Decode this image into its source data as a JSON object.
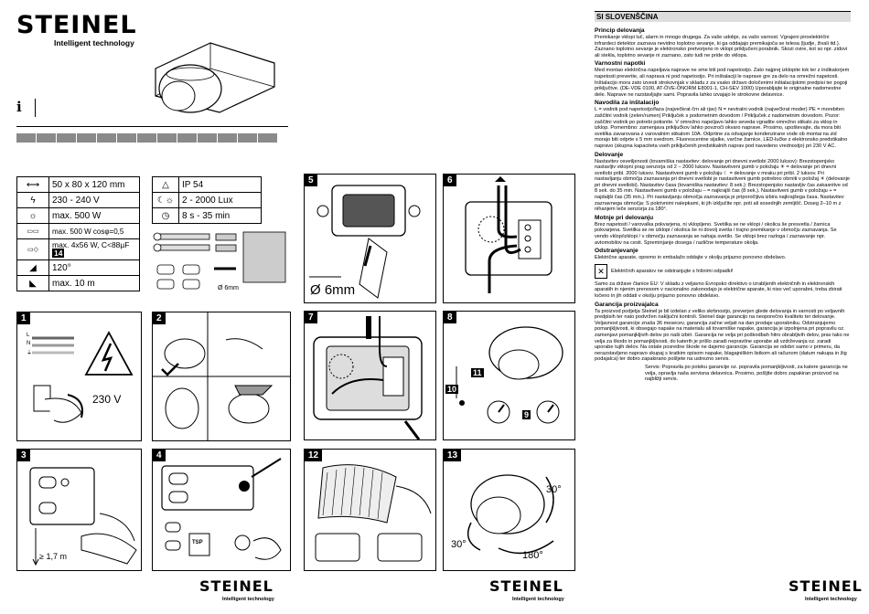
{
  "brand": {
    "logo_text": "STEINEL",
    "tagline": "Intelligent technology"
  },
  "info_icon": "i",
  "specs_left": [
    {
      "icon": "dimensions-icon",
      "value": "50 x 80 x 120 mm"
    },
    {
      "icon": "lightning-icon",
      "value": "230 - 240 V"
    },
    {
      "icon": "bulb-icon",
      "value": "max. 500 W"
    },
    {
      "icon": "fluorescent-icon",
      "value": "max. 500 W cosφ=0,5"
    },
    {
      "icon": "led-icon",
      "value": "max. 4x56 W, C<88µF",
      "badge": "14"
    },
    {
      "icon": "angle-icon",
      "value": "120°"
    },
    {
      "icon": "range-icon",
      "value": "max. 10 m"
    }
  ],
  "specs_right": [
    {
      "icon": "ip-icon",
      "value": "IP 54"
    },
    {
      "icon": "moon-sun-icon",
      "value": "2 - 2000 Lux"
    },
    {
      "icon": "clock-icon",
      "value": "8 s - 35 min"
    }
  ],
  "panel_labels": {
    "p1": "1",
    "p2": "2",
    "p3": "3",
    "p4": "4",
    "p5": "5",
    "p6": "6",
    "p7": "7",
    "p8": "8",
    "p12": "12",
    "p13": "13",
    "n9": "9",
    "n10": "10",
    "n11": "11"
  },
  "panel_text": {
    "voltage": "230 V",
    "height": "≥ 1,7 m",
    "drill": "Ø 6mm",
    "drill_small": "Ø 6mm",
    "tsp": "TSP",
    "deg30a": "30°",
    "deg30b": "30°",
    "deg180": "180°",
    "wire_l": "L",
    "wire_n": "N",
    "wire_pe": "⏚"
  },
  "right_page": {
    "title": "SI  SLOVENŠČINA",
    "s1_title": "Princip delovanja",
    "s1_body": "Premikanje vklopi luč, alarm in mnogo drugega. Za vaše udobje, za vašo varnost. Vgrajeni piroelektrični infrardeci detektor zaznava nevidno toplotno sevanje, ki ga oddajajo premikajoča se telesa (ljudje, živali itd.). Zaznano toplotno sevanje je elektronsko pretvorjeno in vklopi priključeni porabnik. Skozi ovire, kot so npr. zidovi ali stekla, toplotno sevanje ni zaznano, zato tudi ne pride do vklopa.",
    "s2_title": "Varnostni napotki",
    "s2_body": "Med montao električna napeljava naprave ne sme biti pod napetostjo. Zato najprej izklopite tok ter z indikatorjem napetosti preverite, ali naprava ni pod napetostjo. Pri inštalaciji le naprave gre za delo na omrežni napetosti. Inštalacijo mora zato izvesti strokovnjak v skladu z za vsako državo določenimi inštalacijskimi predpisi ter pogoji priključtve. (DE-VDE 0100, AT-ÖVE-ÖNORM E8001-1, CH-SEV 1000) Uporabljajte le originalne nadomestne dele. Naprave ne razstavljajte sami. Popravila lahko izvajajo le strokovne delavnice.",
    "s3_title": "Navodila za inštalacijo",
    "s3_body": "L = vodnik pod napetostjo/faza (največkrat črn ali rjav) N = nevtralni vodnik (največkrat moder) PE = morebiten zaščitni vodnik (zelen/rumen) Priključek s podometnim dovodom / Priključek z nadometnim dovodom. Pozor: zaščitni vodnik po potrebi potisnite. V omrežno napeljavo lahko seveda vgradite omrežno stikalo za vklop in izklop. Pomembno: zamenjava priključkov lahko povzroči okvaro naprave. Prosimo, upoštevajte, da mora biti svetilka zavarovana z varovalnim stikalom 10A. Odprtine za odvajanje kondenzirane vode ob montai na zid morajo biti odprte s 5 mm svedrom. Fluorescentne sijalke, varčne žarnice, LED-lučke z elektronsko predstikalno napravo (skupna kapaciteta vseh priključenih predstikalnih naprav pod navedeno vrednostjo) pri 230 V AC.",
    "s4_title": "Delovanje",
    "s4_body": "Nastavitev osvetljenosti (tovarniška nastavitev: delovanje pri dnevni svetlobi 2000 luksov): Brezstopenjsko nastavljiv vklopni prag senzorja od 2 – 2000 luksov. Nastavitveni gumb v položaju ☀ = delovanje pri dnevni svetlobi pribl. 2000 luksov. Nastavitveni gumb v položaju ☾ = delovanje v mraku pri pribl. 2 luksov. Pri nastavljanju območja zaznavanja pri dnevni svetlobi je nastavitveni gumb potrebno obrniti v položaj ☀ (delovanje pri dnevni svetlobi). Nastavitev časa (tovarniška nastavitev: 8 sek.): Brezstopenjsko nastavljiv čas zakasnitve od 8 sek. do 35 min. Nastavitveni gumb v položaju – = najkrajši čas (8 sek.). Nastavitveni gumb v položaju + = najdaljši čas (35 min.). Pri nastavljanju območja zaznavanja je priporočljiva izbira najkrajšega časa. Nastavitev zaznavnega območja: S pokrivnimi nalepkami, ki jih izključite npr. poti ali sosednjih zemljišč. Doseg 2–10 m z nihanjem leče senzorja za 180°.",
    "s5_title": "Motnje pri delovanju",
    "s5_body": "Brez napetosti / varovalka pokvarjena, ni vklopljeno. Svetilka se ne vklopi / okolica še presvetla / žarnica pokvarjena. Svetilka se ne izklopi / okolica še ni dovolj svetla / trajno premikanje v območju zaznavanja. Se vendo vklop/izklopi / v območju zaznavanja se nahaja svetilo. Se vklopi brez razloga / zaznavanje npr. avtomobilov na cesti. Spreminjanje dosega / različne temperature okolja.",
    "s6_title": "Odstranjevanje",
    "s6_body": "Električne aparate, opremo in embalažo oddajte v okolju prijazno ponovno obdelavo.",
    "s6_box": "Električnih aparatov ne odstranjujte s hišnimi odpadki!",
    "s6_body2": "Samo za države članice EU: V skladu z veljavno Evropsko direktivo o izrabljenih električnih in elektronskih aparatih in njenim prenosom v nacionalno zakonodajo je električne aparate, ki niso več uporabni, treba zbirati ločeno in jih oddati v okolju prijazno ponovno obdelavo.",
    "s7_title": "Garancija proizvajalca",
    "s7_body": "Ta proizvod podjetja Steinel je bil izdelan z veliko skrbnostjo, preverjen glede delovanja in varnosti po veljavnih predpisih ter nato podvržen naključni kontroli. Steinel daje garancijo na neoporečno kvaliteto ter delovanje. Veljavnost garancije znaša 36 mesecev, garancija začne veljati na dan prodaje uporabniku. Odstranjujemo pomanjkljivosti, ki obsegajo napake na materialu ali tovarniške napake, garancija je izpolnjena pri popravilu oz. zamenjavi pomanjkljivih delov po naši izbiri. Garancija ne velja pri poškodbah hitro obrabljivih delov, prav tako ne velja za škodo in pomanjkljivosti, do katerih je prišlo zaradi nepravilne uporabe ali vzdrževanja oz. zaradi uporabe tujih delov. Na ostale posredne škode ne dajemo garancije. Garancija se odobri samo v primeru, da nerazstavljeno napravo skupaj s kratkim opisom napake, blagajniškim listkom ali računom (datum nakupa in žig podajalca) ter dobro zapakirano pošljete na ustrezno servis.",
    "s7_service": "Servis: Popravila po poteku garancije oz. popravila pomanjkljivosti, za katere garancija ne velja, opravlja naša servisna delavnica. Prosimo, pošljite dobro zapakiran proizvod na najbližji servis."
  },
  "colors": {
    "ink": "#000000",
    "gray": "#8a8a8a",
    "light": "#e6e6e6"
  }
}
